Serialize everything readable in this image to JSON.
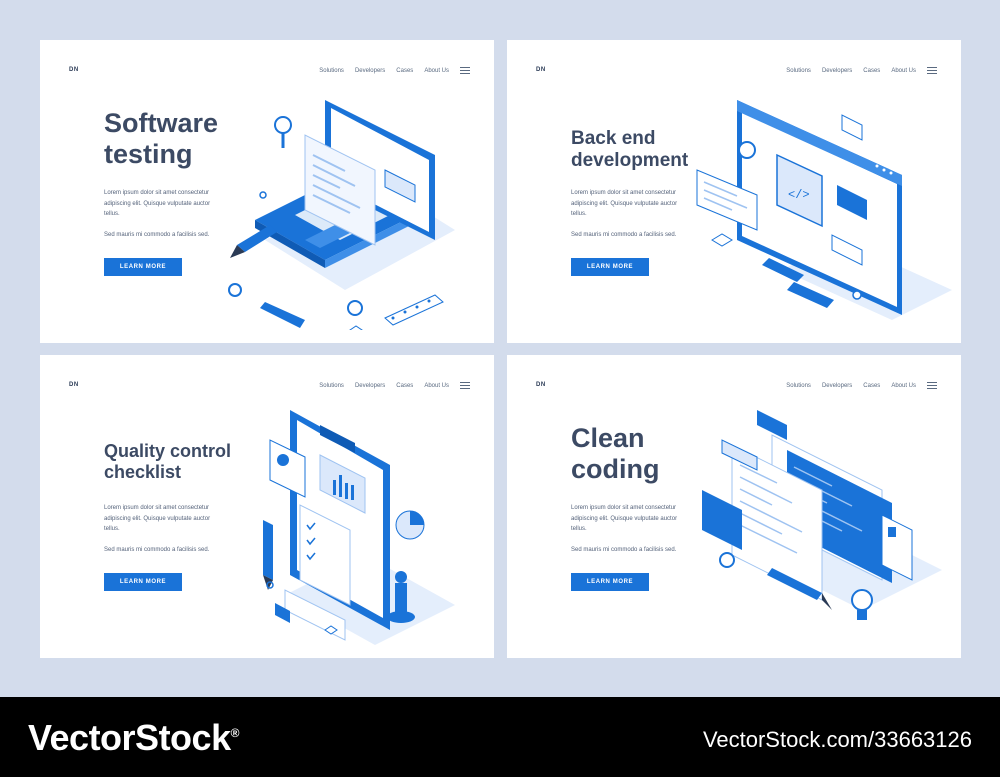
{
  "cards": [
    {
      "logo": "DN",
      "nav": [
        "Solutions",
        "Developers",
        "Cases",
        "About Us"
      ],
      "title_line1": "Software",
      "title_line2": "testing",
      "desc1": "Lorem ipsum dolor sit amet consectetur adipiscing elit. Quisque vulputate auctor tellus.",
      "desc2": "Sed mauris mi commodo a facilisis sed.",
      "button": "LEARN MORE",
      "illustration": "laptop-testing-illustration"
    },
    {
      "logo": "DN",
      "nav": [
        "Solutions",
        "Developers",
        "Cases",
        "About Us"
      ],
      "title_line1": "Back end",
      "title_line2": "development",
      "desc1": "Lorem ipsum dolor sit amet consectetur adipiscing elit. Quisque vulputate auctor tellus.",
      "desc2": "Sed mauris mi commodo a facilisis sed.",
      "button": "LEARN MORE",
      "illustration": "browser-code-illustration"
    },
    {
      "logo": "DN",
      "nav": [
        "Solutions",
        "Developers",
        "Cases",
        "About Us"
      ],
      "title_line1": "Quality control",
      "title_line2": "checklist",
      "desc1": "Lorem ipsum dolor sit amet consectetur adipiscing elit. Quisque vulputate auctor tellus.",
      "desc2": "Sed mauris mi commodo a facilisis sed.",
      "button": "LEARN MORE",
      "illustration": "clipboard-checklist-illustration"
    },
    {
      "logo": "DN",
      "nav": [
        "Solutions",
        "Developers",
        "Cases",
        "About Us"
      ],
      "title_line1": "Clean",
      "title_line2": "coding",
      "desc1": "Lorem ipsum dolor sit amet consectetur adipiscing elit. Quisque vulputate auctor tellus.",
      "desc2": "Sed mauris mi commodo a facilisis sed.",
      "button": "LEARN MORE",
      "illustration": "code-windows-illustration"
    }
  ],
  "watermark": {
    "brand": "VectorStock",
    "reg": "®",
    "id_text": "VectorStock.com/33663126"
  },
  "colors": {
    "page_bg": "#d3dcec",
    "accent": "#1a73d8",
    "heading": "#3c4a64",
    "light_blue": "#dbe8fb"
  }
}
